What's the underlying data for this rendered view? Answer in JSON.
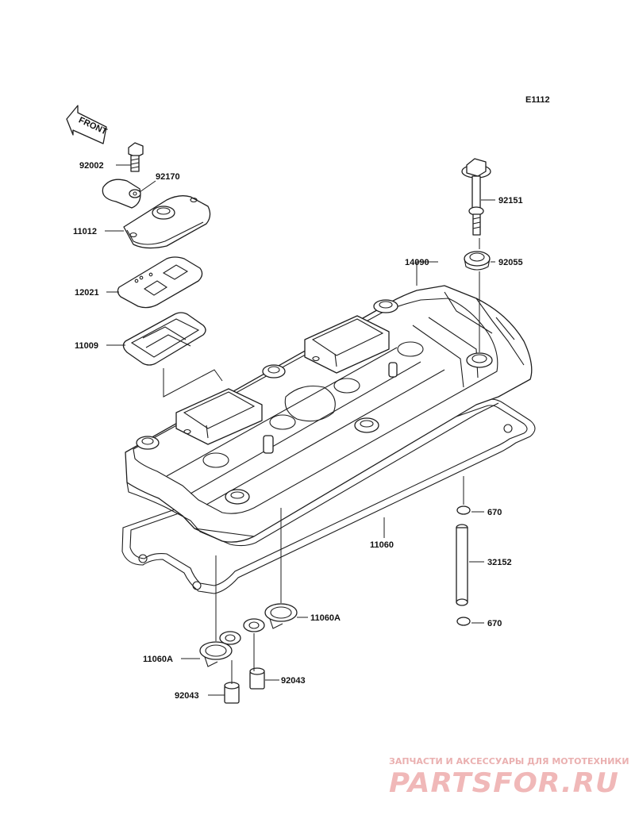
{
  "diagram_id": "E1112",
  "front_label": "FRONT",
  "parts": {
    "p92002": "92002",
    "p92170": "92170",
    "p11012": "11012",
    "p12021": "12021",
    "p11009": "11009",
    "p14090": "14090",
    "p92151": "92151",
    "p92055": "92055",
    "p670_top": "670",
    "p11060": "11060",
    "p32152": "32152",
    "p670_bottom": "670",
    "p11060A_right": "11060A",
    "p11060A_left": "11060A",
    "p92043_right": "92043",
    "p92043_left": "92043"
  },
  "watermark": {
    "tagline": "ЗАПЧАСТИ И АКСЕССУАРЫ ДЛЯ МОТОТЕХНИКИ",
    "logo": "PARTSFOR.RU",
    "color": "#f0b8b8"
  }
}
